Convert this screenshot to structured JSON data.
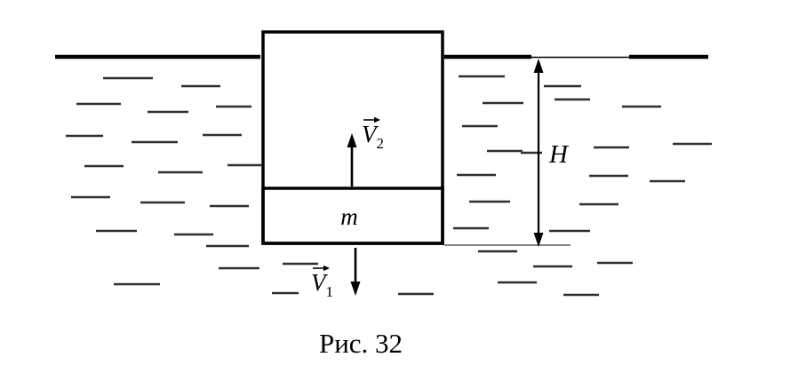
{
  "figure": {
    "caption": "Рис. 32",
    "labels": {
      "mass": "m",
      "depth": "H",
      "v1_symbol": "V",
      "v1_subscript": "1",
      "v2_symbol": "V",
      "v2_subscript": "2"
    }
  },
  "colors": {
    "ink": "#000000",
    "water_dash": "#2e2e2e",
    "block_dark": "#8a8a8a"
  },
  "water_dashes": [
    [
      116,
      88,
      56
    ],
    [
      204,
      97,
      44
    ],
    [
      86,
      117,
      50
    ],
    [
      166,
      126,
      46
    ],
    [
      243,
      120,
      40
    ],
    [
      74,
      153,
      42
    ],
    [
      148,
      160,
      52
    ],
    [
      228,
      152,
      44
    ],
    [
      95,
      187,
      44
    ],
    [
      178,
      194,
      50
    ],
    [
      256,
      186,
      38
    ],
    [
      80,
      222,
      44
    ],
    [
      158,
      228,
      50
    ],
    [
      236,
      232,
      44
    ],
    [
      108,
      260,
      46
    ],
    [
      196,
      264,
      44
    ],
    [
      232,
      277,
      48
    ],
    [
      128,
      320,
      52
    ],
    [
      246,
      302,
      46
    ],
    [
      318,
      297,
      40
    ],
    [
      448,
      331,
      40
    ],
    [
      560,
      318,
      44
    ],
    [
      634,
      332,
      40
    ],
    [
      516,
      86,
      52
    ],
    [
      612,
      97,
      42
    ],
    [
      543,
      116,
      46
    ],
    [
      624,
      112,
      40
    ],
    [
      700,
      120,
      44
    ],
    [
      757,
      162,
      44
    ],
    [
      520,
      142,
      40
    ],
    [
      548,
      170,
      40
    ],
    [
      668,
      166,
      40
    ],
    [
      586,
      172,
      24
    ],
    [
      514,
      197,
      44
    ],
    [
      663,
      198,
      44
    ],
    [
      731,
      204,
      40
    ],
    [
      528,
      227,
      46
    ],
    [
      652,
      230,
      44
    ],
    [
      510,
      257,
      40
    ],
    [
      618,
      260,
      46
    ],
    [
      538,
      283,
      44
    ],
    [
      600,
      300,
      44
    ],
    [
      672,
      296,
      40
    ],
    [
      306,
      330,
      30
    ]
  ]
}
